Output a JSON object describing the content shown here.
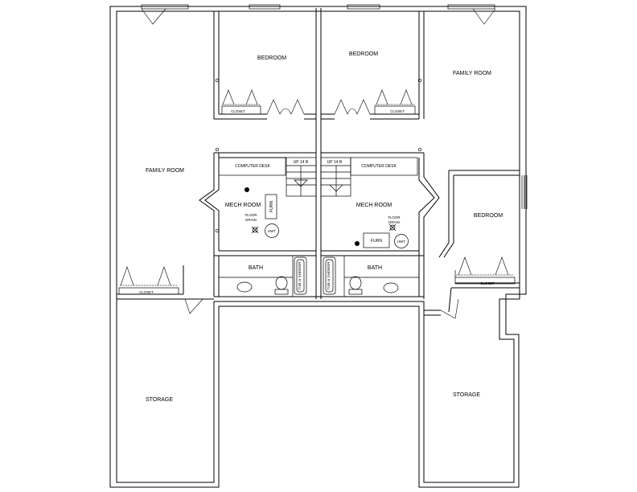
{
  "rooms": {
    "family_left": "FAMILY ROOM",
    "family_right": "FAMILY ROOM",
    "bedroom_left": "BEDROOM",
    "bedroom_center": "BEDROOM",
    "bedroom_right": "BEDROOM",
    "mech_left": "MECH ROOM",
    "mech_right": "MECH ROOM",
    "bath_left": "BATH",
    "bath_right": "BATH",
    "storage_left": "STORAGE",
    "storage_right": "STORAGE"
  },
  "fixtures": {
    "closet": "CLOSET",
    "computer_desk": "COMPUTER DESK",
    "stairs": "UP 14 R",
    "furnace": "FURN",
    "water_heater": "HWT",
    "floor_drain_line1": "FLOOR",
    "floor_drain_line2": "DRAIN",
    "tub": "TUB or SHOWER"
  }
}
